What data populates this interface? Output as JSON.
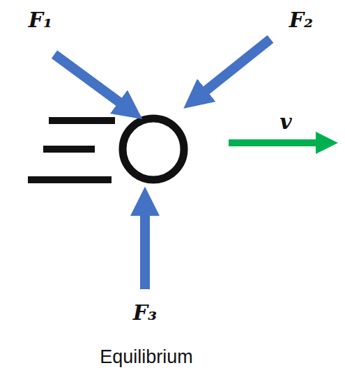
{
  "diagram": {
    "caption": "Equilibrium",
    "labels": [
      "F₁",
      "F₂",
      "F₃",
      "v"
    ]
  }
}
